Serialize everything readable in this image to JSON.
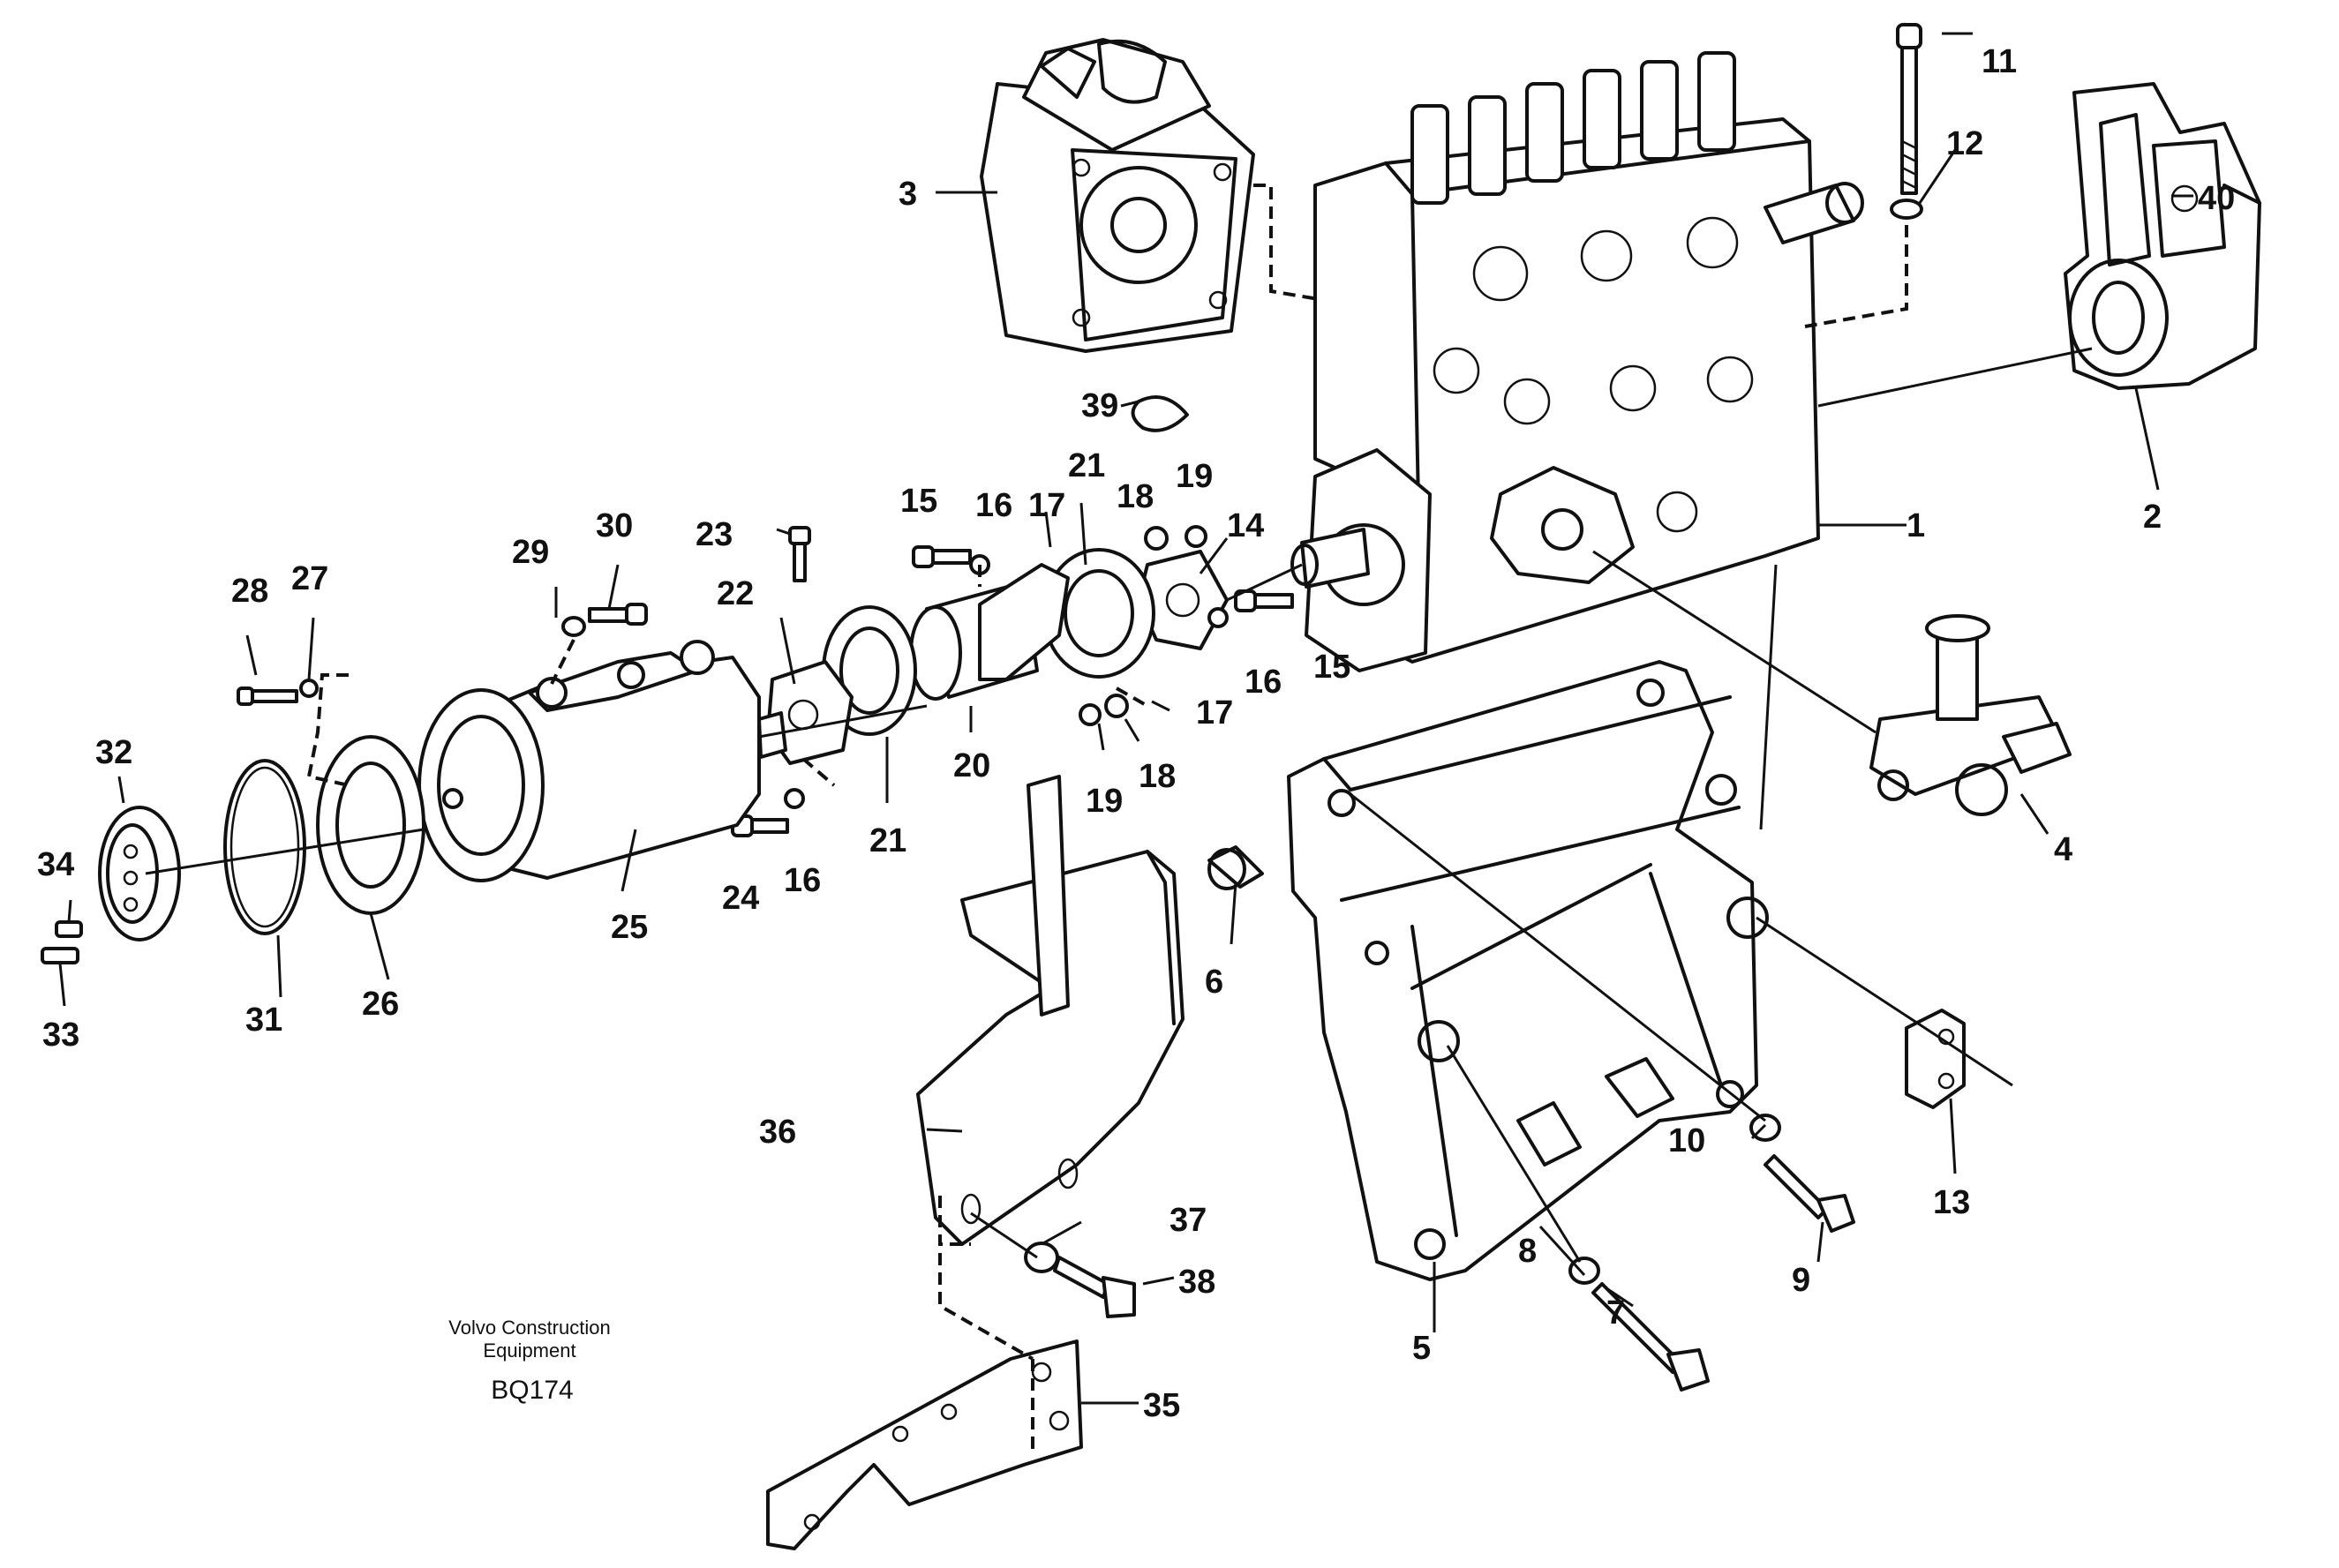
{
  "caption": {
    "line1": "Volvo Construction",
    "line2": "Equipment",
    "code": "BQ174"
  },
  "labels": [
    "1",
    "2",
    "3",
    "4",
    "5",
    "6",
    "7",
    "8",
    "9",
    "10",
    "11",
    "12",
    "13",
    "14",
    "15",
    "15",
    "16",
    "16",
    "16",
    "17",
    "17",
    "18",
    "18",
    "19",
    "19",
    "20",
    "21",
    "21",
    "22",
    "23",
    "24",
    "25",
    "26",
    "27",
    "28",
    "29",
    "30",
    "31",
    "32",
    "33",
    "34",
    "35",
    "36",
    "37",
    "38",
    "39",
    "40"
  ]
}
